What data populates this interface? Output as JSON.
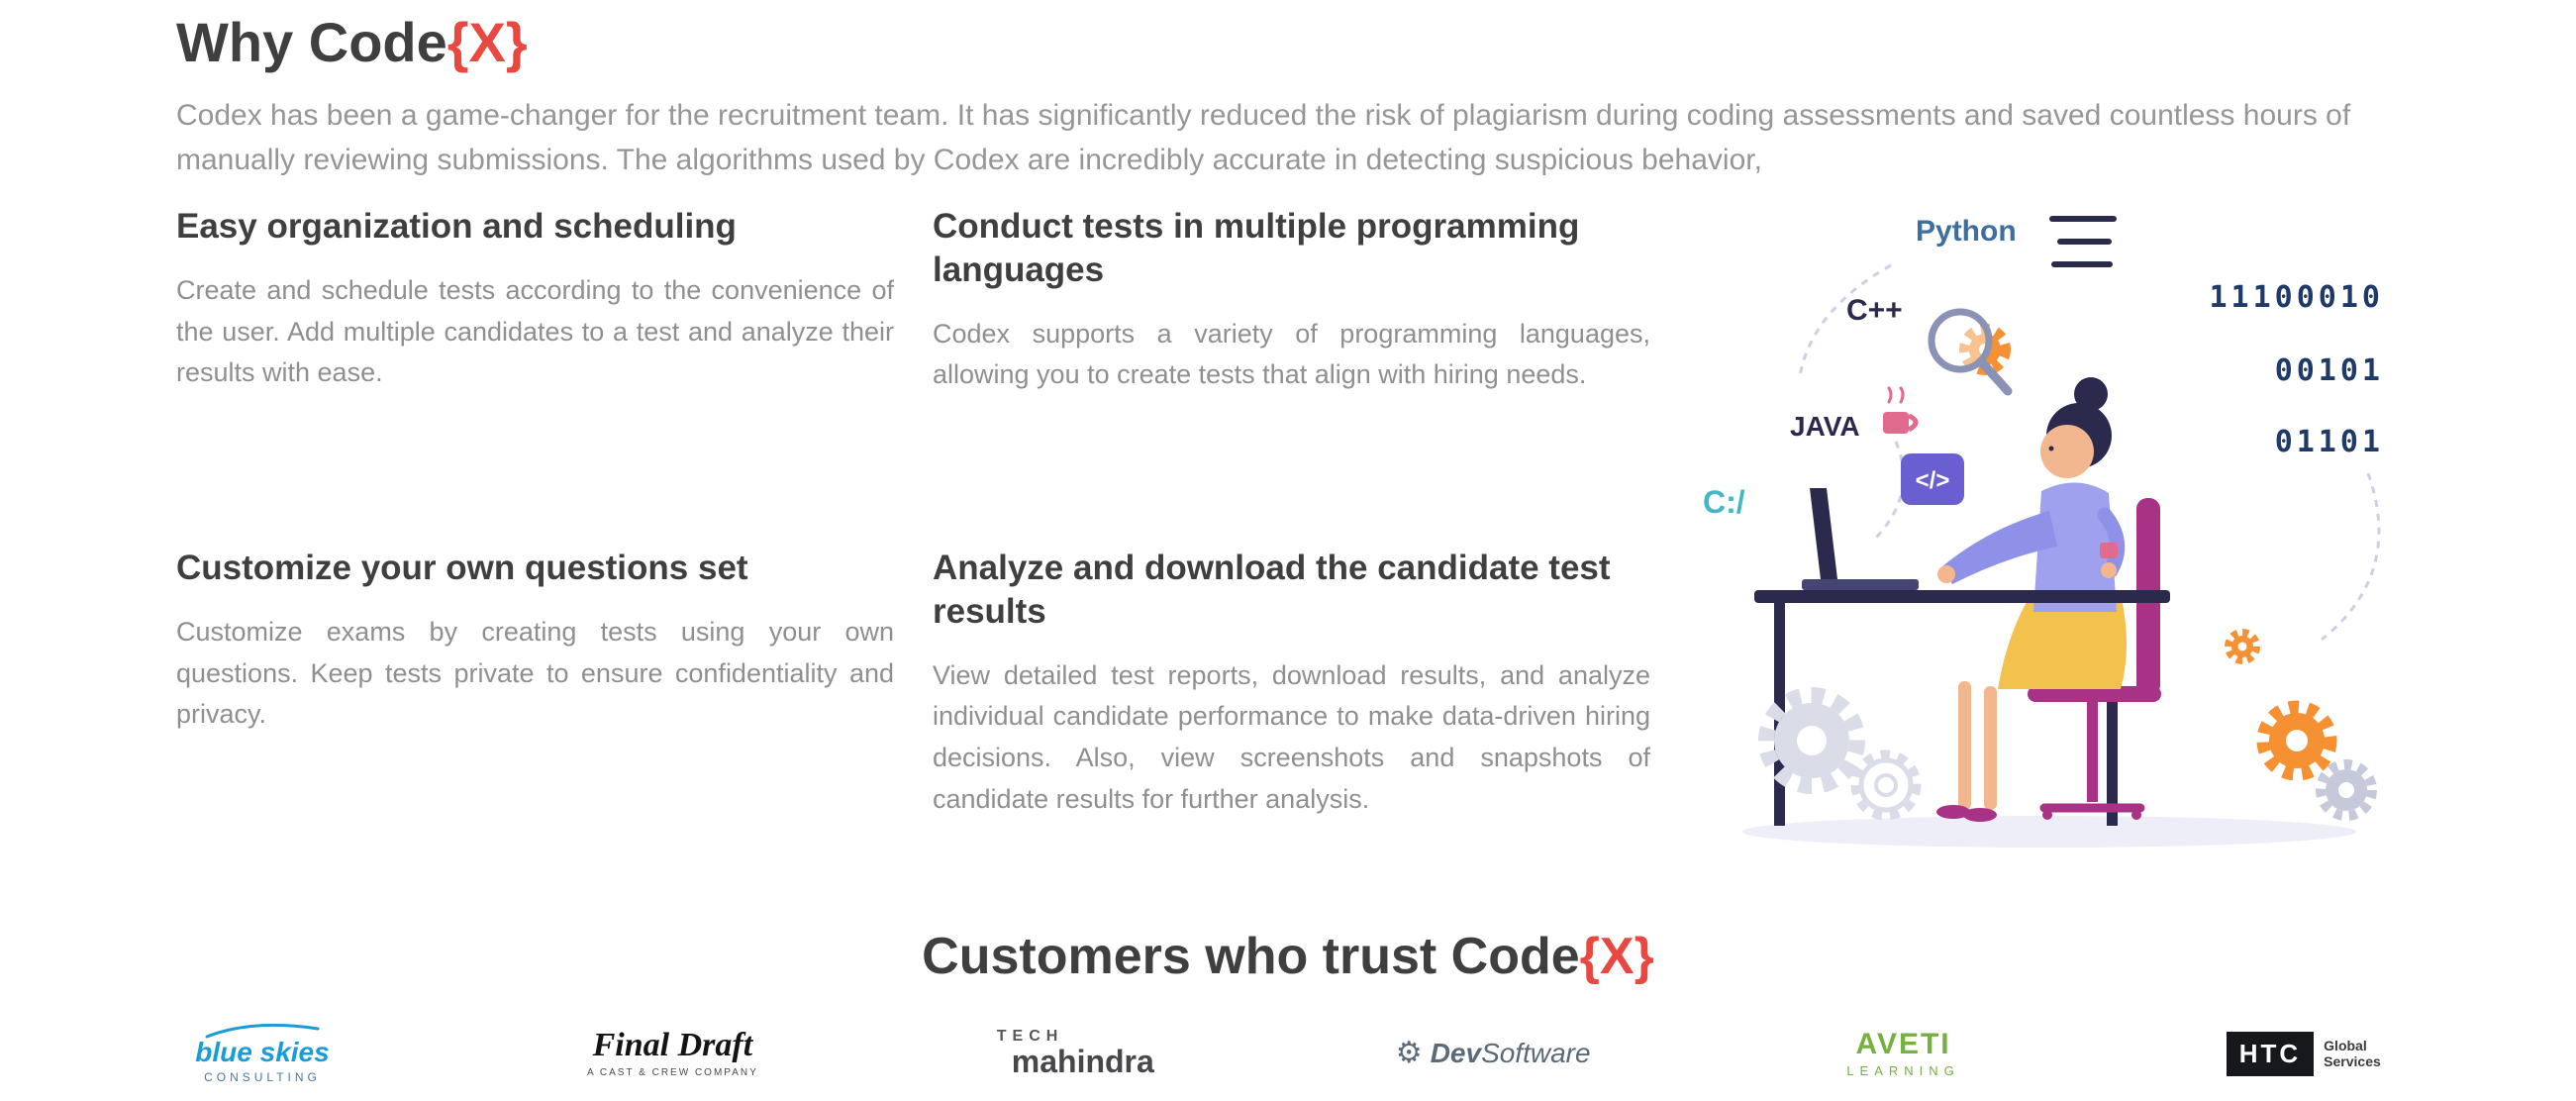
{
  "colors": {
    "accent": "#e8483f"
  },
  "header": {
    "title_prefix": "Why Code",
    "title_accent": "{X}",
    "intro": "Codex has been a game-changer for the recruitment team. It has significantly reduced the risk of plagiarism during coding assessments and saved countless hours of manually reviewing submissions. The algorithms used by Codex are incredibly accurate in detecting suspicious behavior,"
  },
  "features": [
    {
      "title": "Easy organization and scheduling",
      "body": "Create and schedule tests according to the convenience of the user. Add multiple candidates to a test and analyze their results with ease."
    },
    {
      "title": "Conduct tests in multiple programming languages",
      "body": "Codex supports a variety of programming languages, allowing you to create tests that align with hiring needs."
    },
    {
      "title": "Customize your own questions set",
      "body": "Customize exams by creating tests using your own questions. Keep tests private to ensure confidentiality and privacy."
    },
    {
      "title": "Analyze and download the candidate test results",
      "body": "View detailed test reports, download results, and analyze individual candidate performance to make data-driven hiring decisions. Also, view screenshots and snapshots of candidate results for further analysis."
    }
  ],
  "illustration": {
    "python_label": "Python",
    "cpp_label": "C++",
    "java_label": "JAVA",
    "cdrive_label": "C:/",
    "code_tag_label": "</>",
    "binary_rows": [
      "11100010",
      "00101",
      "01101"
    ]
  },
  "customers": {
    "title_prefix": "Customers who trust Code",
    "title_accent": "{X}"
  },
  "logos": [
    {
      "name": "blue-skies-consulting",
      "line1": "blue skies",
      "line2": "CONSULTING"
    },
    {
      "name": "final-draft",
      "line1": "Final Draft",
      "line2": "A CAST & CREW COMPANY"
    },
    {
      "name": "tech-mahindra",
      "line1": "TECH",
      "line2": "mahindra"
    },
    {
      "name": "dev-software",
      "line1": "Dev",
      "line2": "Software"
    },
    {
      "name": "aveti-learning",
      "line1": "AVETI",
      "line2": "LEARNING"
    },
    {
      "name": "htc-global-services",
      "line1": "HTC",
      "line2": "Global Services"
    }
  ]
}
